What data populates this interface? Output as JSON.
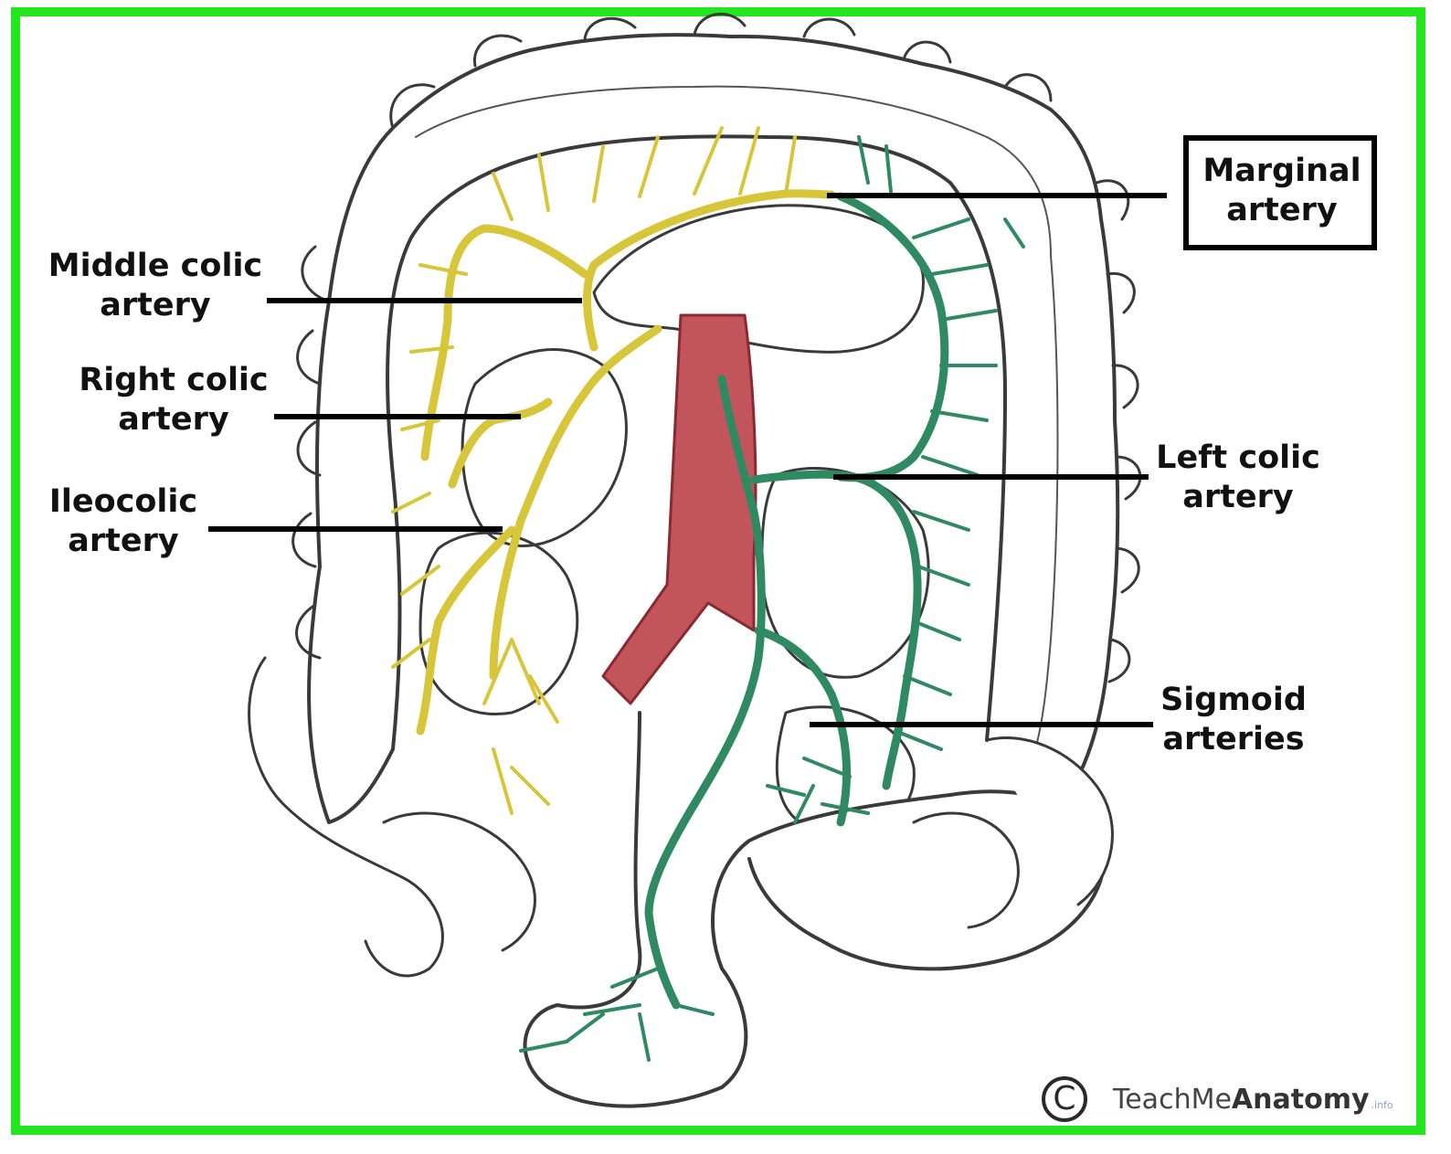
{
  "frame": {
    "border_color": "#22e61e"
  },
  "colors": {
    "yellow_artery": "#d7c63a",
    "green_artery": "#2f8a62",
    "aorta": "#c2545c",
    "outline": "#3a3a3a"
  },
  "labels": {
    "marginal": [
      "Marginal",
      "artery"
    ],
    "middle_colic": [
      "Middle colic",
      "artery"
    ],
    "right_colic": [
      "Right colic",
      "artery"
    ],
    "ileocolic": [
      "Ileocolic",
      "artery"
    ],
    "left_colic": [
      "Left colic",
      "artery"
    ],
    "sigmoid": [
      "Sigmoid",
      "arteries"
    ]
  },
  "logo": {
    "symbol": "C",
    "brand_regular": "TeachMe",
    "brand_bold": "Anatomy",
    "suffix": ".info"
  }
}
